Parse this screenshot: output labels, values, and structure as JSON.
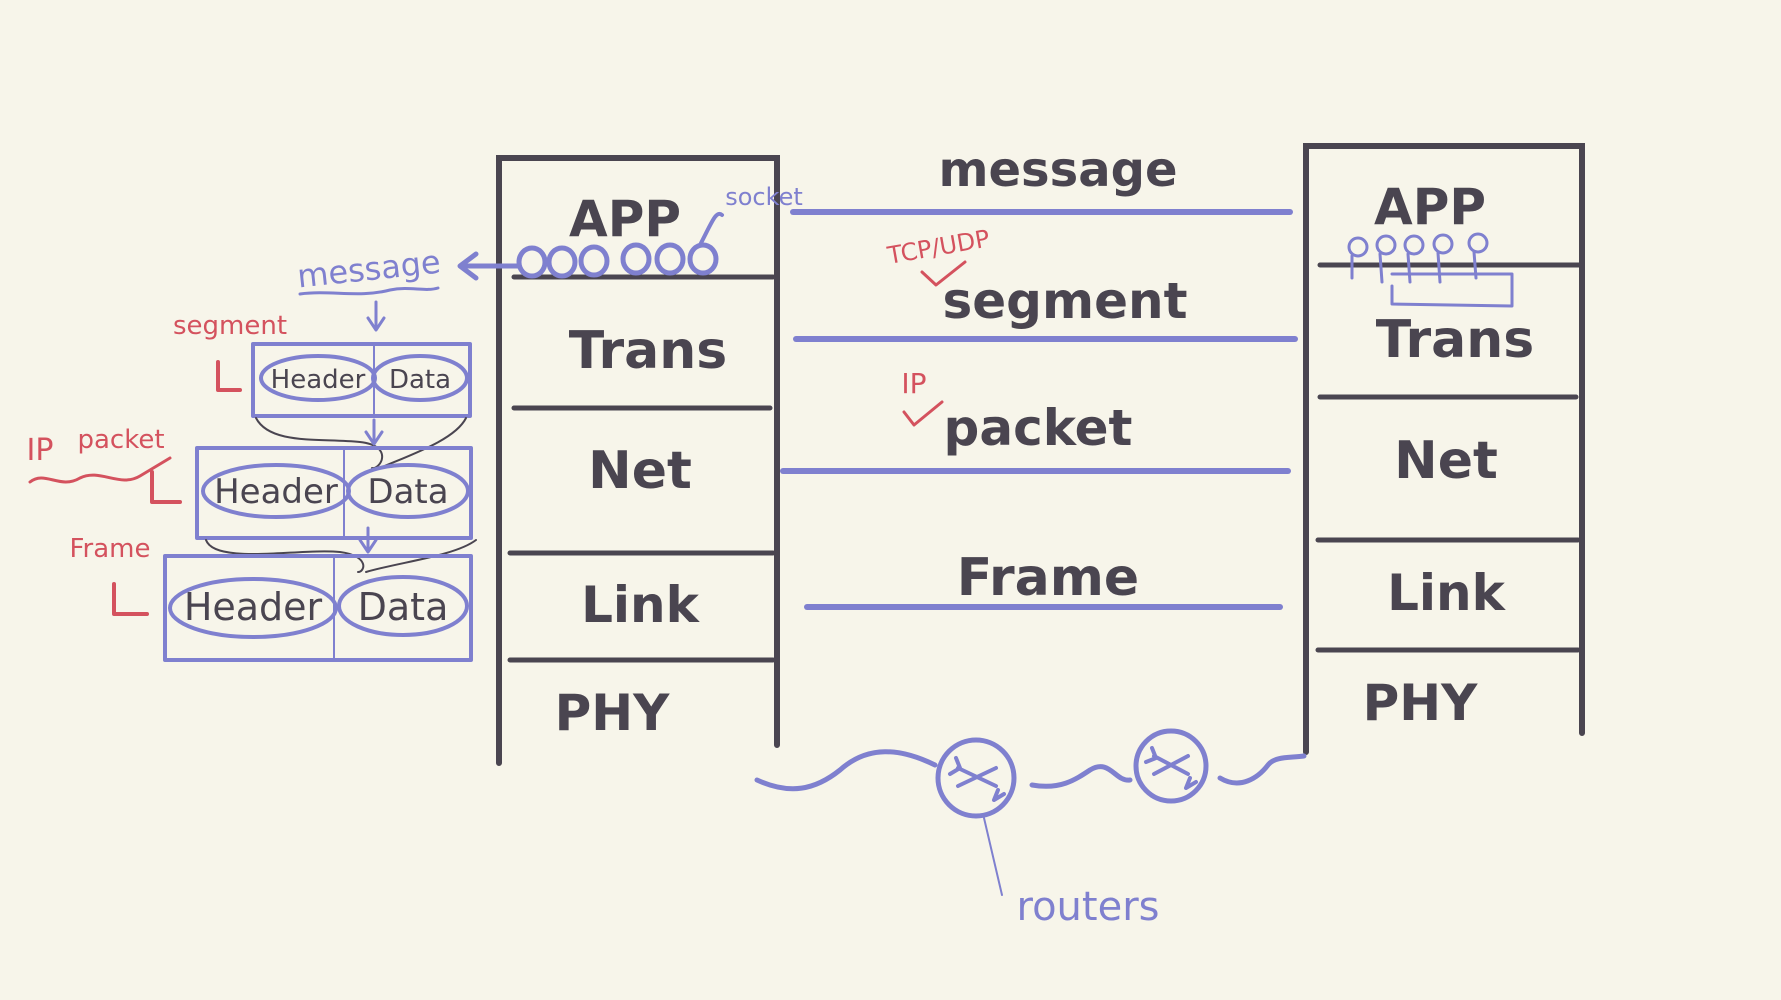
{
  "left_stack": {
    "layers": [
      "APP",
      "Trans",
      "Net",
      "Link",
      "PHY"
    ]
  },
  "right_stack": {
    "layers": [
      "APP",
      "Trans",
      "Net",
      "Link",
      "PHY"
    ]
  },
  "flow_labels": {
    "message": "message",
    "segment": "segment",
    "packet": "packet",
    "frame": "Frame"
  },
  "red_notes": {
    "tcp_udp": "TCP/UDP",
    "ip_middle": "IP",
    "segment": "segment",
    "ip_left": "IP",
    "packet": "packet",
    "frame": "Frame"
  },
  "blue_notes": {
    "socket": "socket",
    "message": "message",
    "routers": "routers"
  },
  "encapsulation": {
    "header": "Header",
    "data": "Data"
  },
  "colors": {
    "background": "#f7f5ea",
    "ink": "#4a4550",
    "blue": "#7f80cf",
    "red": "#d4525e"
  }
}
